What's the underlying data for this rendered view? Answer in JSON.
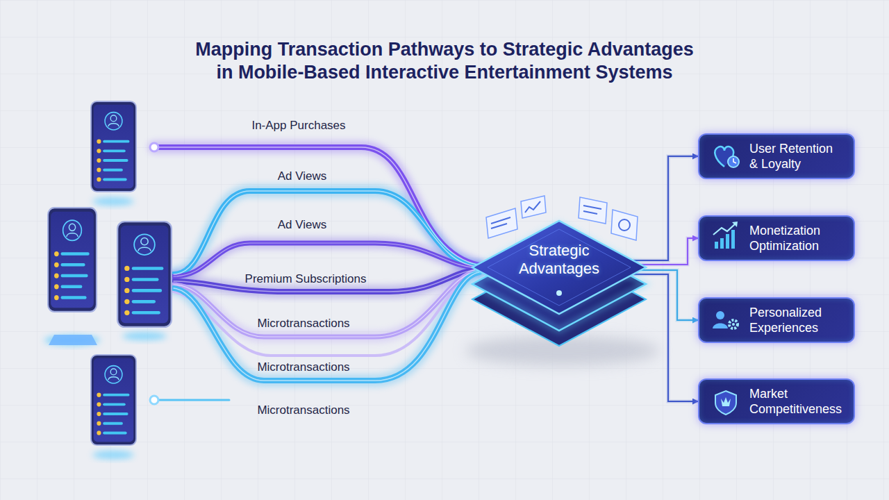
{
  "diagram": {
    "title": "Mapping Transaction Pathways to Strategic Advantages in Mobile-Based Interactive Entertainment Systems",
    "nodes": [
      {
        "text": [
          "Strategic Advantages"
        ]
      },
      {
        "text": [
          "User Retention & Loyalty"
        ]
      },
      {
        "text": [
          "Monetization Optimization"
        ]
      },
      {
        "text": [
          "Personalized Experiences"
        ]
      },
      {
        "text": [
          "Market Competitiveness"
        ]
      }
    ],
    "edges": [
      {
        "from": 0,
        "to": 1,
        "arrow": "to"
      },
      {
        "from": 0,
        "to": 2,
        "arrow": "to"
      },
      {
        "from": 0,
        "to": 3,
        "arrow": "to"
      },
      {
        "from": 0,
        "to": 4,
        "arrow": "to"
      }
    ],
    "labels": [
      "In-App Purchases",
      "Ad Views",
      "Ad Views",
      "Premium Subscriptions",
      "Microtransactions",
      "Microtransactions",
      "Microtransactions"
    ]
  }
}
